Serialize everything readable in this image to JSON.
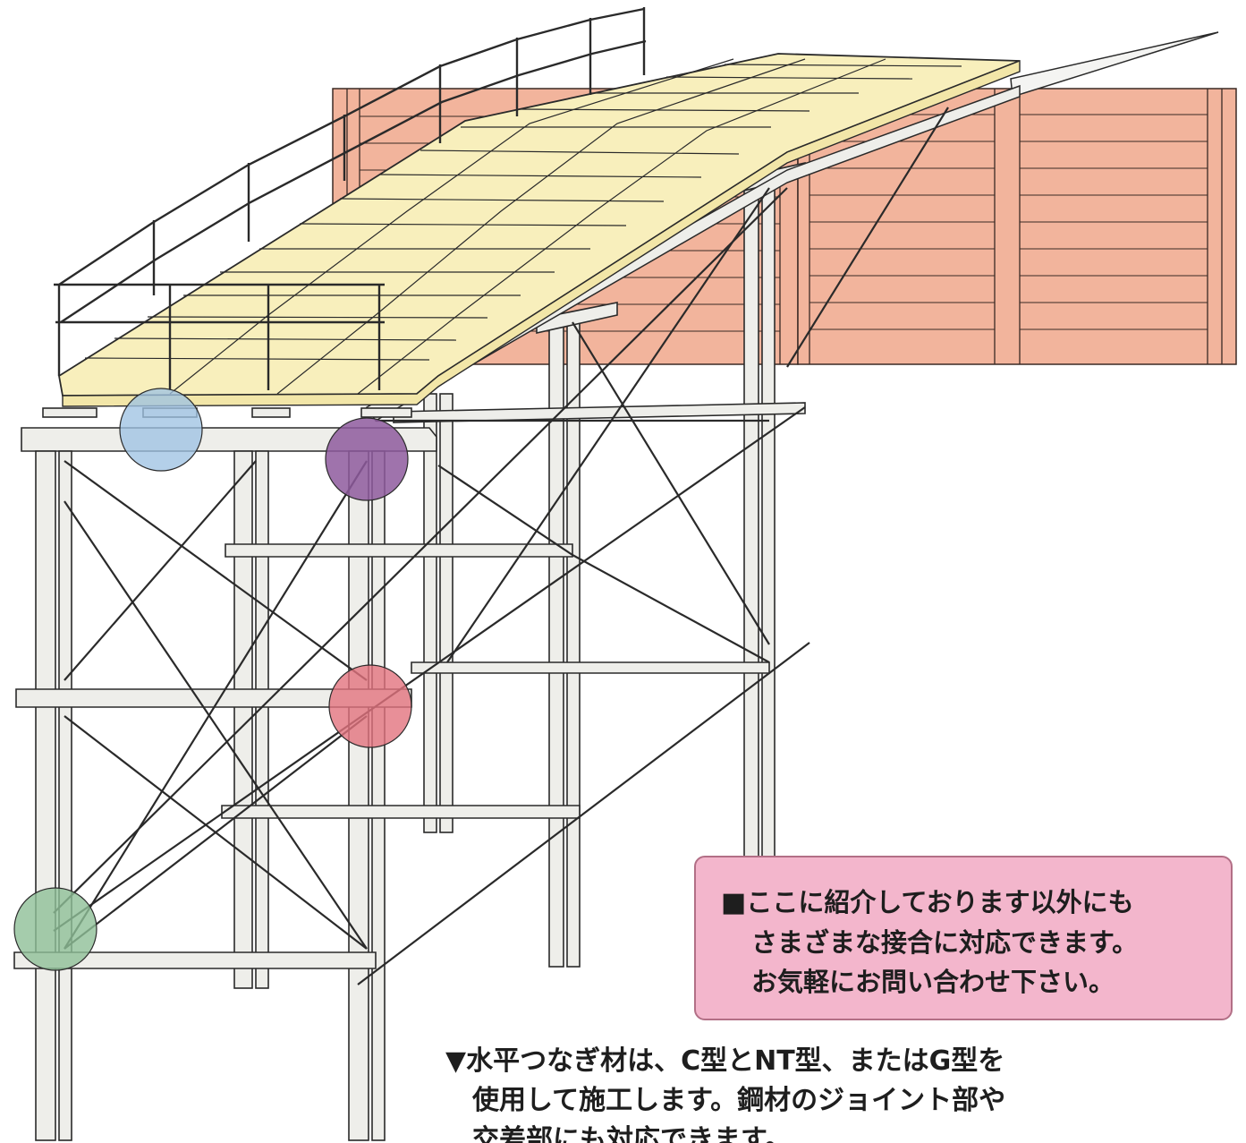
{
  "notice": {
    "mark": "■",
    "line1": "ここに紹介しております以外にも",
    "line2": "さまざまな接合に対応できます。",
    "line3": "お気軽にお問い合わせ下さい。"
  },
  "caption": {
    "line1": "▼水平つなぎ材は、C型とNT型、またはG型を",
    "line2": "使用して施工します。鋼材のジョイント部や",
    "line3": "交差部にも対応できます。"
  },
  "highlights": [
    {
      "name": "blue",
      "color": "#9fc3e3"
    },
    {
      "name": "purple",
      "color": "#8e5a9e"
    },
    {
      "name": "red",
      "color": "#e2737e"
    },
    {
      "name": "green",
      "color": "#8fbf97"
    }
  ],
  "colors": {
    "retaining_wall": "#f2b49c",
    "deck": "#f8efbc",
    "steel": "#eeeeea",
    "outline": "#2a2a2a"
  }
}
